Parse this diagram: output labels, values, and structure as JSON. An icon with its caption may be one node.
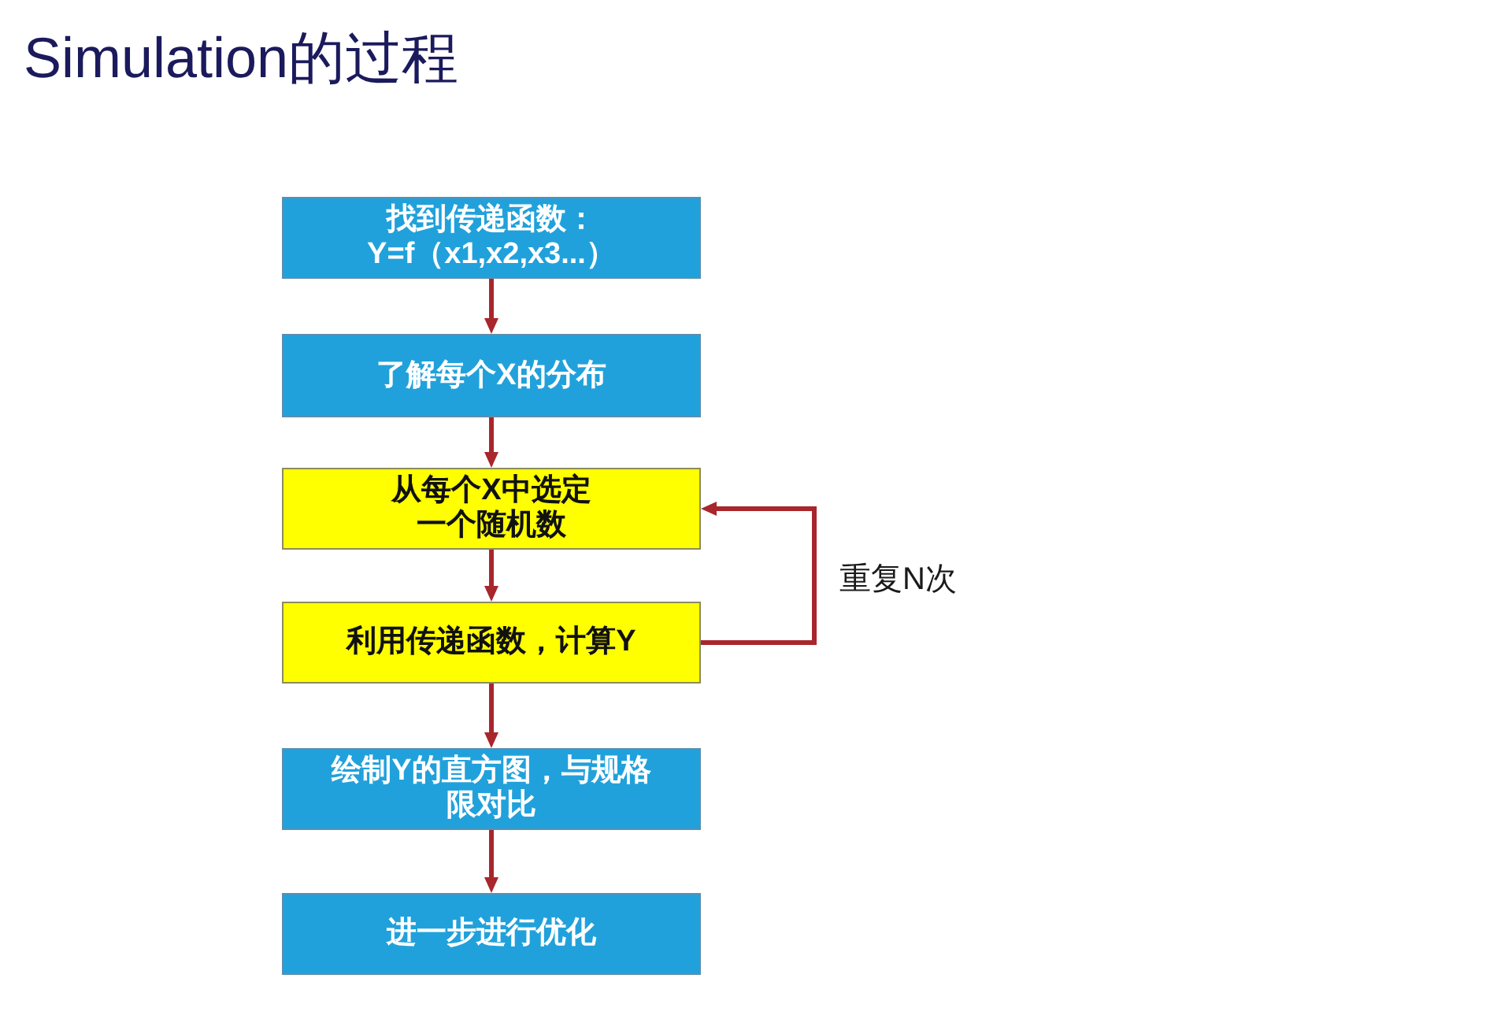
{
  "diagram": {
    "title": "Simulation的过程",
    "nodes": [
      {
        "text": [
          "找到传递函数：",
          "Y=f（x1,x2,x3...）"
        ]
      },
      {
        "text": [
          "了解每个X的分布"
        ]
      },
      {
        "text": [
          "从每个X中选定一个随机数"
        ]
      },
      {
        "text": [
          "利用传递函数，计算Y"
        ]
      },
      {
        "text": [
          "绘制Y的直方图，与规格限对比"
        ]
      },
      {
        "text": [
          "进一步进行优化"
        ]
      }
    ],
    "edges": [
      {
        "from": 0,
        "to": 1,
        "arrow": "to"
      },
      {
        "from": 1,
        "to": 2,
        "arrow": "to"
      },
      {
        "from": 2,
        "to": 3,
        "arrow": "to"
      },
      {
        "from": 3,
        "to": 4,
        "arrow": "to"
      },
      {
        "from": 4,
        "to": 5,
        "arrow": "to"
      },
      {
        "from": 3,
        "to": 2,
        "arrow": "to",
        "label": "重复N次"
      }
    ]
  }
}
